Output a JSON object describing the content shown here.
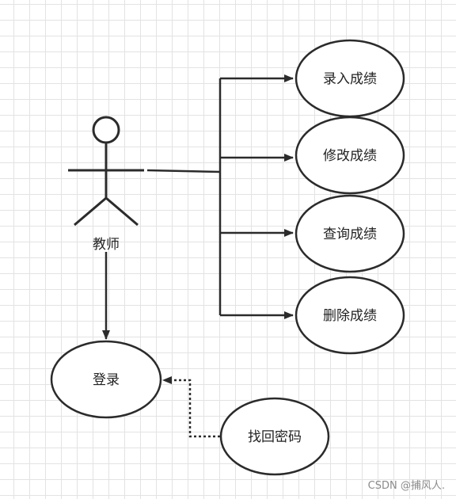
{
  "diagram": {
    "actor": {
      "label": "教师"
    },
    "use_cases": {
      "enter": "录入成绩",
      "modify": "修改成绩",
      "query": "查询成绩",
      "delete": "删除成绩",
      "login": "登录",
      "recover": "找回密码"
    }
  },
  "watermark": "CSDN @捕风人."
}
